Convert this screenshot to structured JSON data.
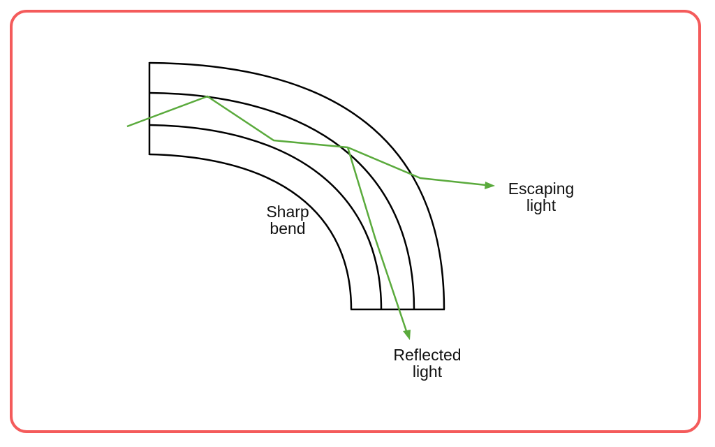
{
  "labels": {
    "sharp_bend": [
      "Sharp",
      "bend"
    ],
    "escaping_light": [
      "Escaping",
      "light"
    ],
    "reflected_light": [
      "Reflected",
      "light"
    ]
  },
  "colors": {
    "frame": "#f45b5b",
    "fiber": "#000000",
    "light_ray": "#5aaa3c"
  }
}
